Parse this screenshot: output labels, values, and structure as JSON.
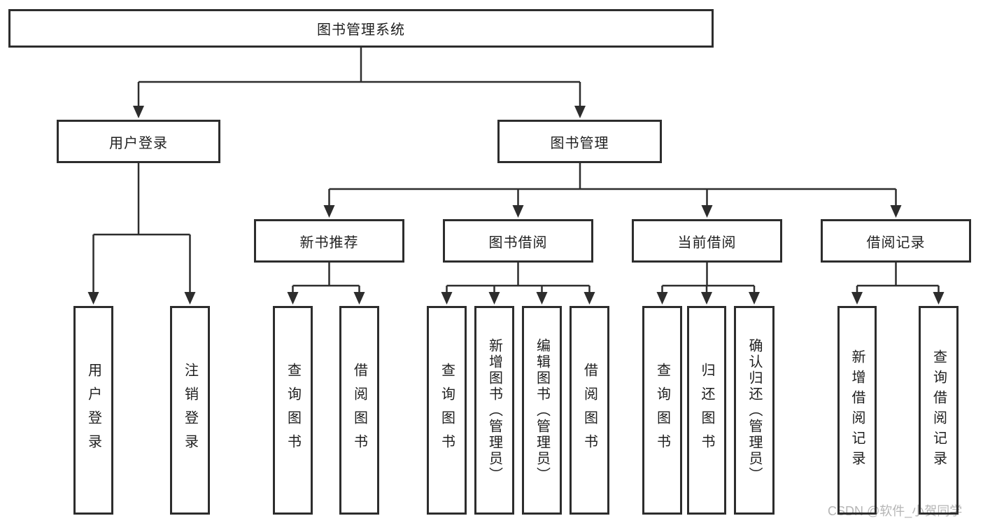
{
  "diagram": {
    "root": "图书管理系统",
    "user_login": {
      "label": "用户登录",
      "children": [
        "用户登录",
        "注销登录"
      ]
    },
    "book_mgmt": {
      "label": "图书管理",
      "sections": [
        {
          "label": "新书推荐",
          "children": [
            "查询图书",
            "借阅图书"
          ]
        },
        {
          "label": "图书借阅",
          "children": [
            "查询图书",
            "新增图书（管理员）",
            "编辑图书（管理员）",
            "借阅图书"
          ]
        },
        {
          "label": "当前借阅",
          "children": [
            "查询图书",
            "归还图书",
            "确认归还（管理员）"
          ]
        },
        {
          "label": "借阅记录",
          "children": [
            "新增借阅记录",
            "查询借阅记录"
          ]
        }
      ]
    }
  },
  "watermark": "CSDN @软件_小贺同学",
  "colors": {
    "line": "#2d2d2d",
    "text": "#1f1f1f",
    "watermark": "#b5b5b5",
    "background": "#ffffff"
  }
}
